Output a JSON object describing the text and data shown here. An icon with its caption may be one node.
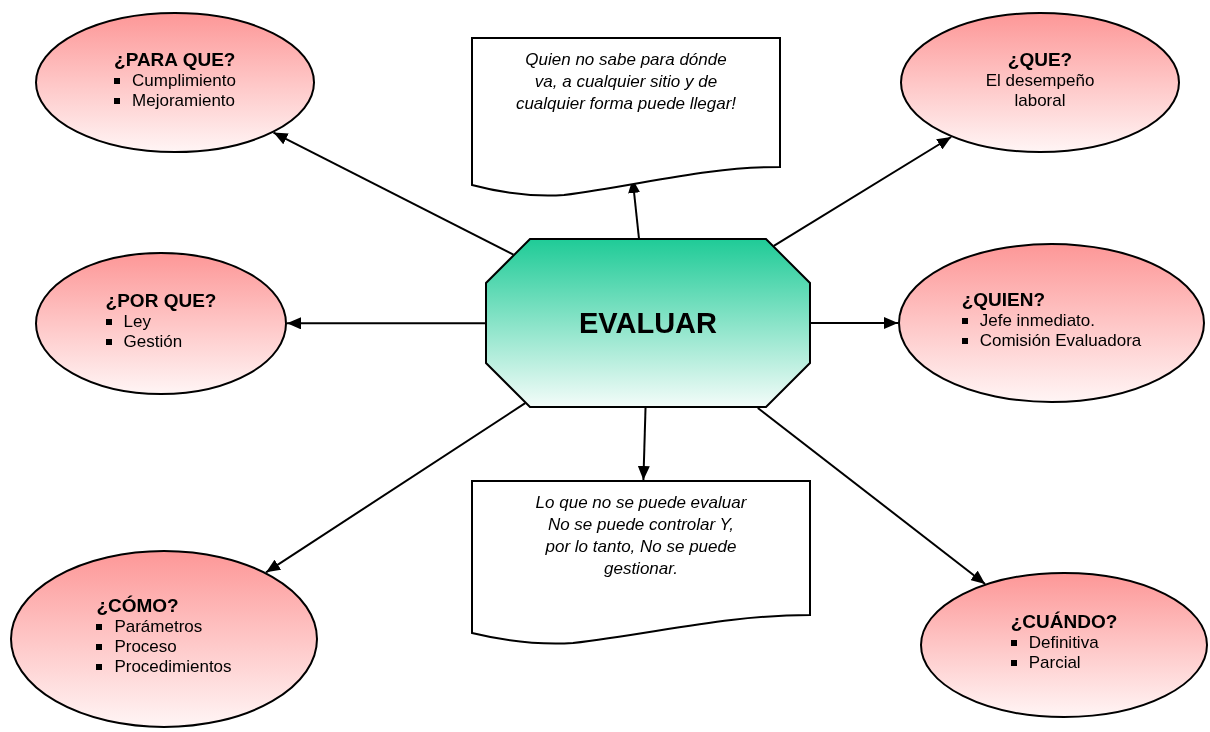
{
  "diagram": {
    "nodes": [
      {
        "text": [
          "¿PARA QUE?",
          "Cumplimiento",
          "Mejoramiento"
        ]
      },
      {
        "text": [
          "Quien no sabe para dónde va, a cualquier sitio y de cualquier forma puede llegar!"
        ]
      },
      {
        "text": [
          "¿QUE?",
          "El desempeño laboral"
        ]
      },
      {
        "text": [
          "¿POR QUE?",
          "Ley",
          "Gestión"
        ]
      },
      {
        "text": [
          "EVALUAR"
        ]
      },
      {
        "text": [
          "¿QUIEN?",
          "Jefe inmediato.",
          "Comisión Evaluadora"
        ]
      },
      {
        "text": [
          "Lo que no se puede evaluar No se puede controlar Y, por lo tanto, No se puede gestionar."
        ]
      },
      {
        "text": [
          "¿CÓMO?",
          "Parámetros",
          "Proceso",
          "Procedimientos"
        ]
      },
      {
        "text": [
          "¿CUÁNDO?",
          "Definitiva",
          "Parcial"
        ]
      }
    ],
    "edges": [
      {
        "from": 4,
        "to": 0,
        "arrow": "to"
      },
      {
        "from": 4,
        "to": 1,
        "arrow": "to"
      },
      {
        "from": 4,
        "to": 2,
        "arrow": "to"
      },
      {
        "from": 4,
        "to": 3,
        "arrow": "to"
      },
      {
        "from": 4,
        "to": 5,
        "arrow": "to"
      },
      {
        "from": 4,
        "to": 6,
        "arrow": "to"
      },
      {
        "from": 4,
        "to": 7,
        "arrow": "to"
      },
      {
        "from": 4,
        "to": 8,
        "arrow": "to"
      }
    ]
  }
}
